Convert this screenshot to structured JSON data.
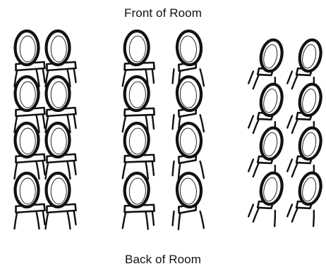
{
  "labels": {
    "front": "Front of Room",
    "back": "Back of Room"
  },
  "colors": {
    "ink": "#111111",
    "background": "#ffffff",
    "seat_fill": "#ffffff"
  },
  "icons": {
    "chair": "chair-icon"
  },
  "seating": {
    "sections": [
      {
        "name": "left-section",
        "columns": 2,
        "rows": 4,
        "orientation": "facing-front, back-to-back rows"
      },
      {
        "name": "center-section",
        "columns": 2,
        "rows": 4,
        "orientation": "inner chairs angled toward aisle"
      },
      {
        "name": "right-section",
        "columns": 2,
        "rows": 4,
        "orientation": "angled, staggered"
      }
    ]
  }
}
